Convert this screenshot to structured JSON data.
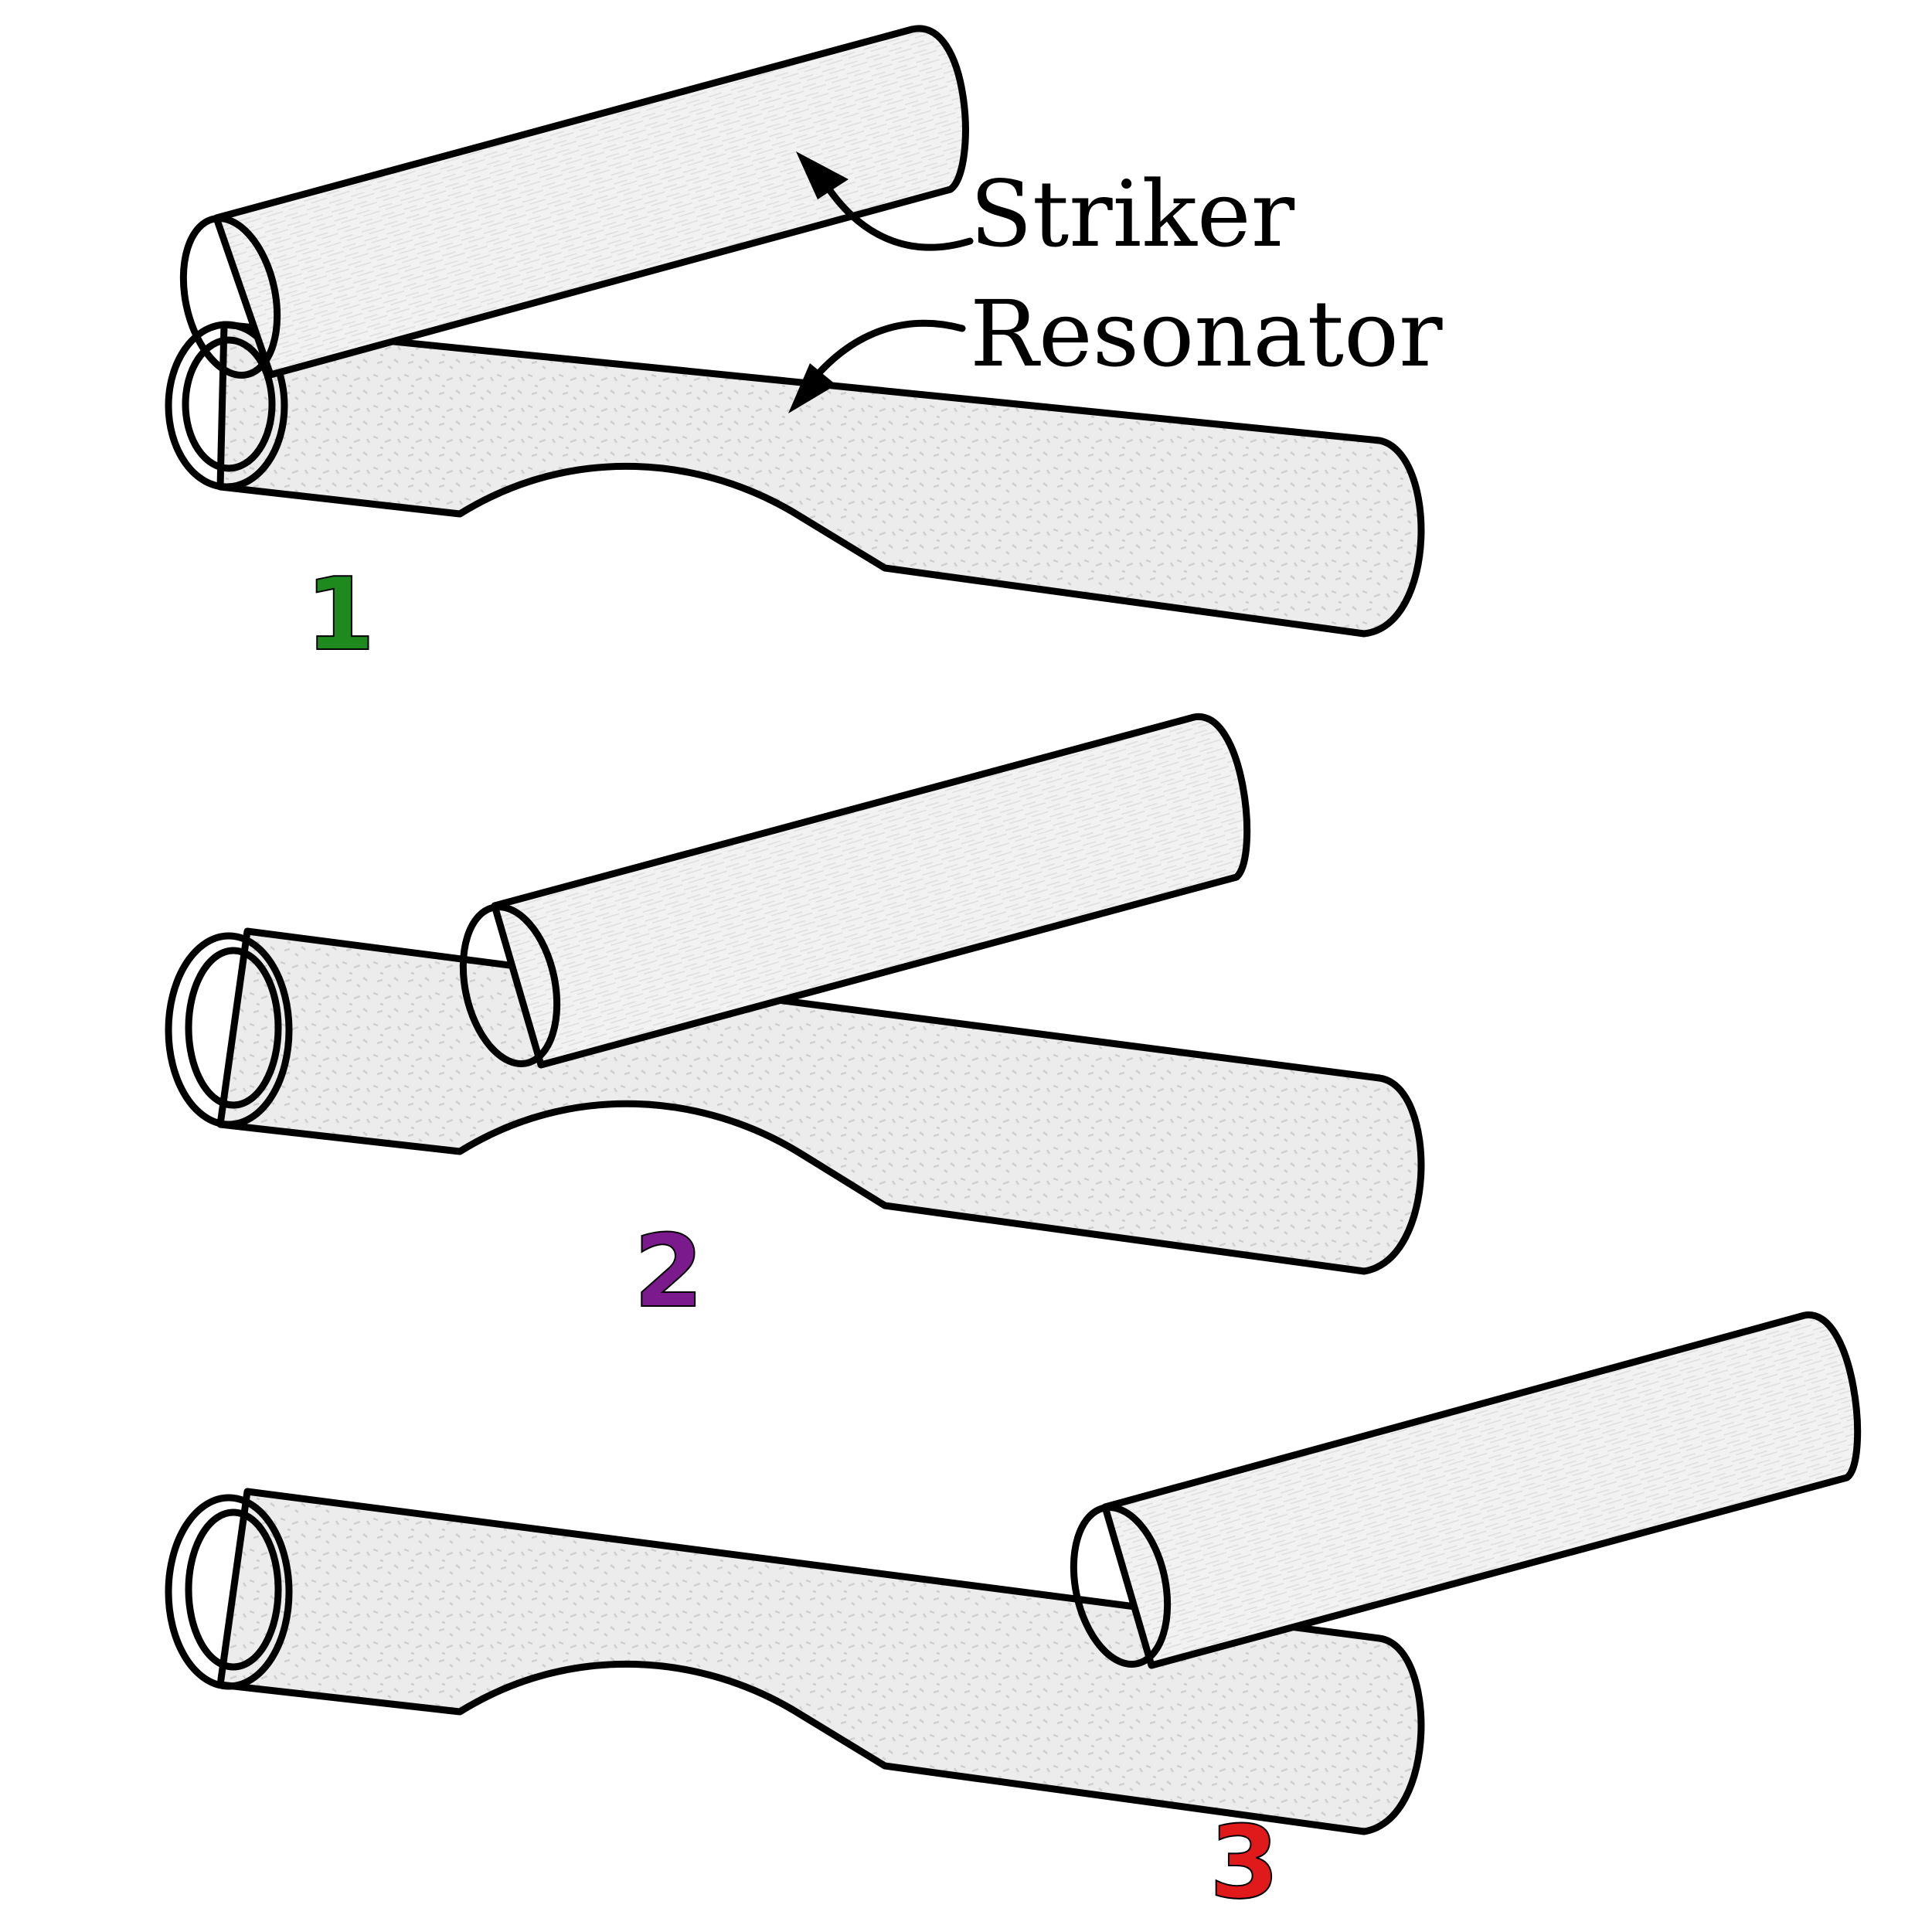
{
  "labels": {
    "striker": "Striker",
    "resonator": "Resonator"
  },
  "steps": [
    {
      "number": "1",
      "color": "#1e8a1e"
    },
    {
      "number": "2",
      "color": "#7a1a8c"
    },
    {
      "number": "3",
      "color": "#e01a1a"
    }
  ],
  "colors": {
    "striker_fill": "#f0f0f0",
    "resonator_fill": "#e8e8e8",
    "stroke": "#000000"
  }
}
